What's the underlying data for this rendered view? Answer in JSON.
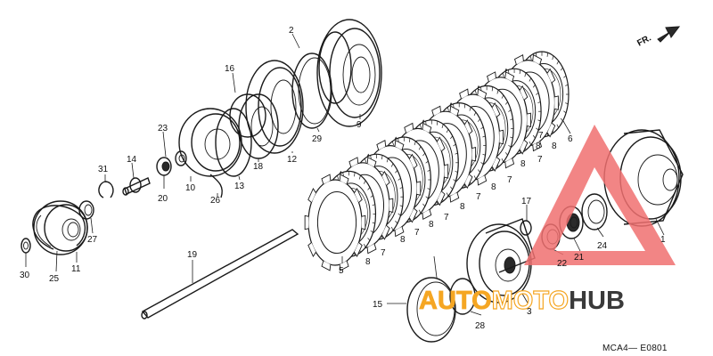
{
  "diagram": {
    "direction_label": "FR.",
    "drawing_code": "MCA4— E0801",
    "callouts": [
      {
        "id": "c1",
        "text": "1"
      },
      {
        "id": "c2",
        "text": "2"
      },
      {
        "id": "c3",
        "text": "3"
      },
      {
        "id": "c5",
        "text": "5"
      },
      {
        "id": "c6",
        "text": "6"
      },
      {
        "id": "c7a",
        "text": "7"
      },
      {
        "id": "c7b",
        "text": "7"
      },
      {
        "id": "c7c",
        "text": "7"
      },
      {
        "id": "c7d",
        "text": "7"
      },
      {
        "id": "c7e",
        "text": "7"
      },
      {
        "id": "c7f",
        "text": "7"
      },
      {
        "id": "c7g",
        "text": "7"
      },
      {
        "id": "c8a",
        "text": "8"
      },
      {
        "id": "c8b",
        "text": "8"
      },
      {
        "id": "c8c",
        "text": "8"
      },
      {
        "id": "c8d",
        "text": "8"
      },
      {
        "id": "c8e",
        "text": "8"
      },
      {
        "id": "c8f",
        "text": "8"
      },
      {
        "id": "c8g",
        "text": "8"
      },
      {
        "id": "c8h",
        "text": "8"
      },
      {
        "id": "c9",
        "text": "9"
      },
      {
        "id": "c10",
        "text": "10"
      },
      {
        "id": "c11",
        "text": "11"
      },
      {
        "id": "c12",
        "text": "12"
      },
      {
        "id": "c13",
        "text": "13"
      },
      {
        "id": "c14",
        "text": "14"
      },
      {
        "id": "c15",
        "text": "15"
      },
      {
        "id": "c16",
        "text": "16"
      },
      {
        "id": "c17",
        "text": "17"
      },
      {
        "id": "c18",
        "text": "18"
      },
      {
        "id": "c19",
        "text": "19"
      },
      {
        "id": "c20",
        "text": "20"
      },
      {
        "id": "c21",
        "text": "21"
      },
      {
        "id": "c22",
        "text": "22"
      },
      {
        "id": "c23",
        "text": "23"
      },
      {
        "id": "c24",
        "text": "24"
      },
      {
        "id": "c25",
        "text": "25"
      },
      {
        "id": "c26",
        "text": "26"
      },
      {
        "id": "c27",
        "text": "27"
      },
      {
        "id": "c28",
        "text": "28"
      },
      {
        "id": "c29",
        "text": "29"
      },
      {
        "id": "c30",
        "text": "30"
      },
      {
        "id": "c31",
        "text": "31"
      }
    ]
  },
  "watermark": {
    "part1": "AUTO",
    "part2": "MOTO",
    "part3": "HUB",
    "color_triangle": "#f07070",
    "color_auto": "#f5a623",
    "color_moto": "#ffffff",
    "color_hub": "#3a3a3a"
  }
}
